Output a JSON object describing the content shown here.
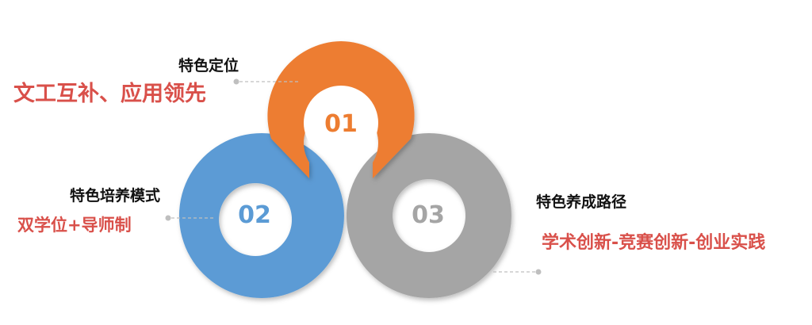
{
  "items": [
    {
      "number": "01",
      "heading": "特色定位",
      "subtext": "文工互补、应用领先",
      "color": "#ed7d31"
    },
    {
      "number": "02",
      "heading": "特色培养模式",
      "subtext": "双学位+导师制",
      "color": "#5b9bd5"
    },
    {
      "number": "03",
      "heading": "特色养成路径",
      "subtext": "学术创新-竞赛创新-创业实践",
      "color": "#a5a5a5"
    }
  ],
  "colors": {
    "subtext": "#d9504a",
    "heading": "#111111",
    "connector": "#bfbfbf"
  }
}
